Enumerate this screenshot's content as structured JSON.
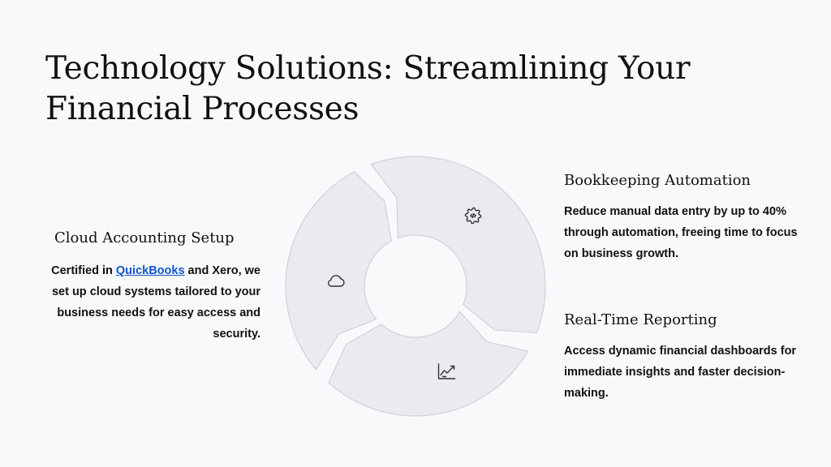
{
  "slide": {
    "title": "Technology Solutions: Streamlining Your Financial Processes"
  },
  "sections": {
    "cloud": {
      "heading": "Cloud Accounting Setup",
      "text_before": "Certified in ",
      "link_text": "QuickBooks",
      "text_after": " and Xero, we set up cloud systems tailored to your business needs for easy access and security.",
      "icon": "cloud-icon"
    },
    "bookkeeping": {
      "heading": "Bookkeeping Automation",
      "text": "Reduce manual data entry by up to 40% through automation, freeing time to focus on business growth.",
      "icon": "code-gear-icon"
    },
    "reporting": {
      "heading": "Real-Time Reporting",
      "text": "Access dynamic financial dashboards for immediate insights and faster decision-making.",
      "icon": "trend-chart-icon"
    }
  },
  "colors": {
    "background": "#f8f9fb",
    "segment_fill": "#e9ebf0",
    "segment_stroke": "#c9ccd3",
    "icon_stroke": "#333333",
    "text": "#111111",
    "link": "#1155cc"
  }
}
